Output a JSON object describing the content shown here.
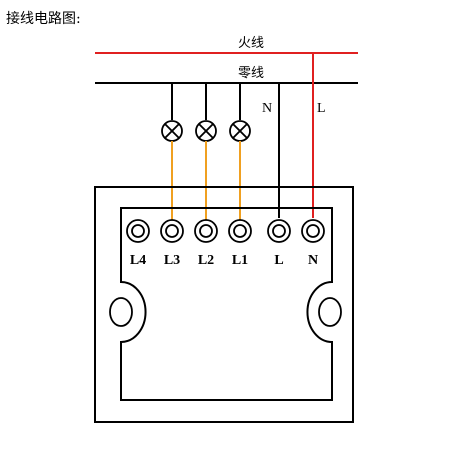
{
  "title": "接线电路图:",
  "wires": {
    "live": "火线",
    "neutral": "零线",
    "n_drop": "N",
    "l_drop": "L"
  },
  "terminals": [
    "L4",
    "L3",
    "L2",
    "L1",
    "L",
    "N"
  ],
  "colors": {
    "live_wire": "#e02020",
    "neutral_wire": "#000000",
    "load_wire": "#f0a020",
    "outline": "#000000"
  }
}
